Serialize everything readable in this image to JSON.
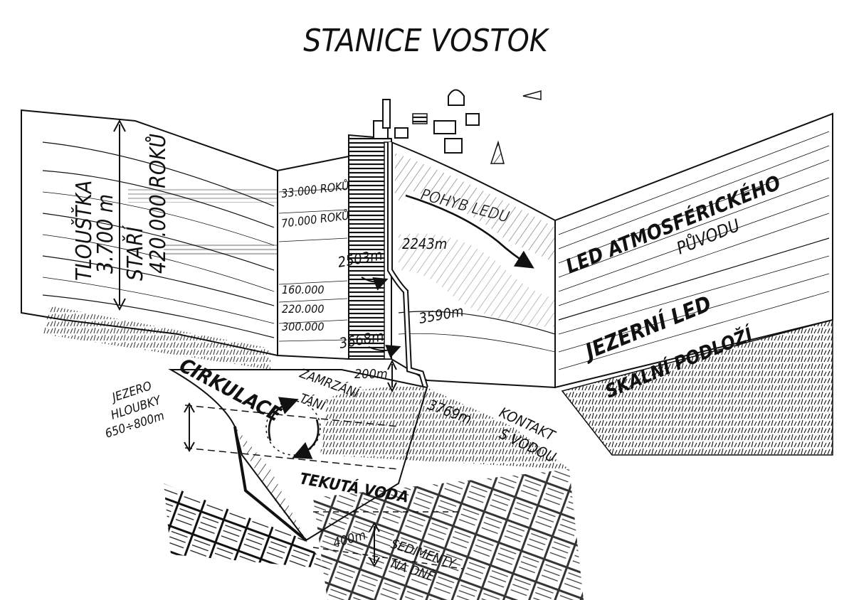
{
  "title": "STANICE VOSTOK",
  "labels": {
    "thickness": "TLOUŠŤKA",
    "thickness_value": "3.700 m",
    "age": "STAŘÍ",
    "age_value": "420.000 ROKŮ",
    "age_33k": "33.000 ROKŮ",
    "age_70k": "70.000 ROKŮ",
    "age_160k": "160.000",
    "age_220k": "220.000",
    "age_300k": "300.000",
    "ice_motion": "POHYB LEDU",
    "depth_2243": "2243m",
    "depth_2503": "2503m",
    "depth_3590": "3590m",
    "depth_3668": "3668m",
    "depth_200": "200m",
    "depth_3769": "3769m",
    "contact_line1": "KONTAKT",
    "contact_line2": "S VODOU",
    "freezing": "ZAMRZÁNÍ",
    "melting": "TÁNÍ",
    "circulation": "CIRKULACE",
    "lake_line1": "JEZERO",
    "lake_line2": "HLOUBKY",
    "lake_line3": "650÷800m",
    "liquid_water": "TEKUTÁ VODA",
    "depth_400": "400m",
    "sediments_line1": "SEDIMENTY",
    "sediments_line2": "NA DNĚ",
    "atmospheric_line1": "LED ATMOSFÉRICKÉHO",
    "atmospheric_line2": "PŮVODU",
    "lake_ice": "JEZERNÍ LED",
    "bedrock": "SKALNÍ PODLOŽÍ"
  },
  "colors": {
    "ink": "#111111",
    "paper": "#ffffff"
  }
}
